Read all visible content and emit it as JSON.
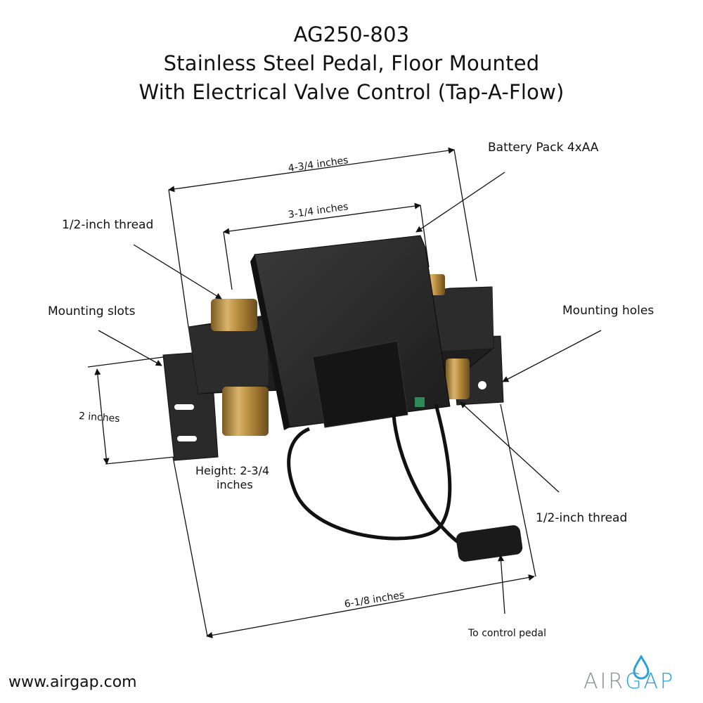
{
  "title": {
    "model": "AG250-803",
    "line1": "Stainless Steel Pedal, Floor Mounted",
    "line2": "With Electrical Valve Control (Tap-A-Flow)"
  },
  "callouts": {
    "battery_pack": "Battery Pack 4xAA",
    "thread_top": "1/2-inch thread",
    "mounting_slots": "Mounting slots",
    "mounting_holes": "Mounting holes",
    "thread_bottom": "1/2-inch thread",
    "control_pedal": "To control pedal"
  },
  "dimensions": {
    "width_outer": "4-3/4 inches",
    "width_inner": "3-1/4 inches",
    "depth": "2 inches",
    "height_line1": "Height: 2-3/4",
    "height_line2": "inches",
    "length": "6-1/8 inches"
  },
  "footer": {
    "url": "www.airgap.com",
    "logo_part1": "AIR",
    "logo_part2": "GAP",
    "brand_color": "#2a9fd8"
  }
}
